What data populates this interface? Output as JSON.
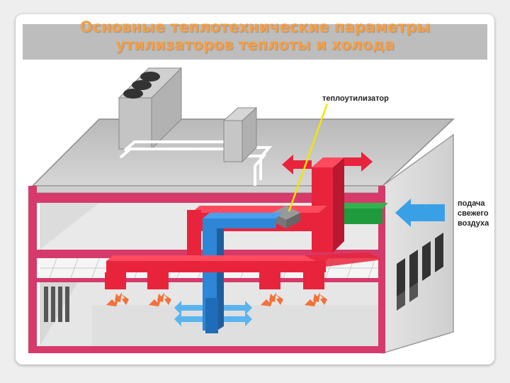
{
  "slide": {
    "title_line1": "Основные теплотехнические параметры",
    "title_line2": "утилизаторов теплоты и холода"
  },
  "diagram": {
    "label_recuperator": "теплоутилизатор",
    "label_supply_line1": "подача",
    "label_supply_line2": "свежего",
    "label_supply_line3": "воздуха"
  },
  "colors": {
    "title": "#f2a04a",
    "supply_duct": "#e8243c",
    "cold_duct": "#2f86d6",
    "fresh_air_duct": "#1f9a3c",
    "floor_frame": "#d63a6a",
    "fresh_air_arrow": "#3aa0e6"
  }
}
